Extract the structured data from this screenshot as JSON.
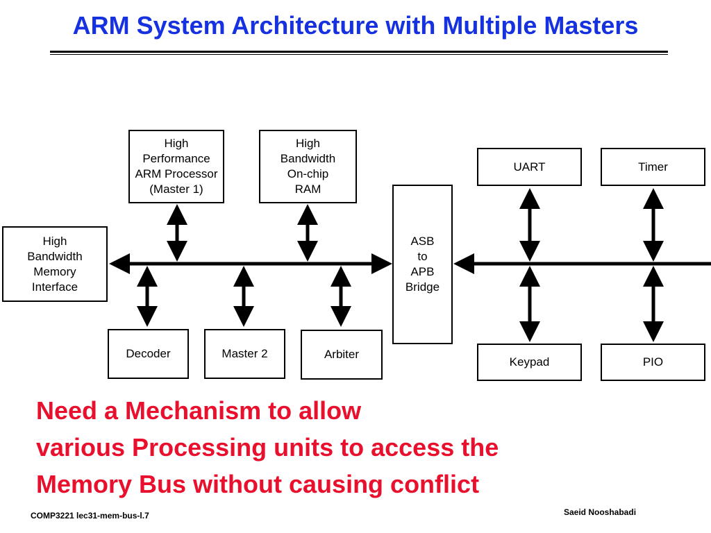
{
  "slide": {
    "title": "ARM System Architecture with Multiple Masters",
    "note_lines": [
      "Need a Mechanism to allow",
      "various Processing units to access the",
      "Memory Bus without causing conflict"
    ],
    "footer_left": "COMP3221  lec31-mem-bus-l.7",
    "footer_right": "Saeid Nooshabadi"
  },
  "diagram": {
    "blocks": {
      "arm_processor": "High\nPerformance\nARM Processor\n(Master 1)",
      "onchip_ram": "High\nBandwidth\nOn-chip\nRAM",
      "memory_interface": "High\nBandwidth\nMemory\nInterface",
      "decoder": "Decoder",
      "master2": "Master 2",
      "arbiter": "Arbiter",
      "bridge": "ASB\nto\nAPB\nBridge",
      "uart": "UART",
      "timer": "Timer",
      "keypad": "Keypad",
      "pio": "PIO"
    }
  }
}
